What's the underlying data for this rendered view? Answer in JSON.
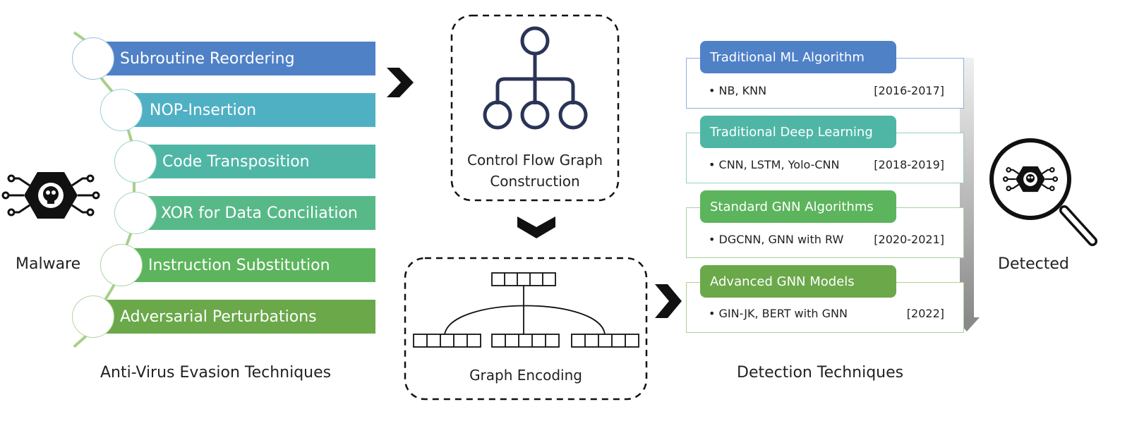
{
  "malware_label": "Malware",
  "detected_label": "Detected",
  "evasion": {
    "title": "Anti-Virus Evasion Techniques",
    "items": [
      {
        "label": "Subroutine Reordering",
        "color": "#4f81c7"
      },
      {
        "label": "NOP-Insertion",
        "color": "#4fb0c4"
      },
      {
        "label": "Code Transposition",
        "color": "#4fb6a6"
      },
      {
        "label": "XOR for Data Conciliation",
        "color": "#58b988"
      },
      {
        "label": "Instruction Substitution",
        "color": "#5cb45c"
      },
      {
        "label": "Adversarial Perturbations",
        "color": "#6aa84a"
      }
    ]
  },
  "middle": {
    "cfg_label_line1": "Control Flow Graph",
    "cfg_label_line2": "Construction",
    "encoding_label": "Graph Encoding"
  },
  "detection": {
    "title": "Detection Techniques",
    "groups": [
      {
        "header": "Traditional ML Algorithm",
        "item": "• NB, KNN",
        "years": "[2016-2017]",
        "color": "#4f81c7"
      },
      {
        "header": "Traditional Deep Learning",
        "item": "• CNN, LSTM, Yolo-CNN",
        "years": "[2018-2019]",
        "color": "#4fb6a6"
      },
      {
        "header": "Standard GNN Algorithms",
        "item": "• DGCNN, GNN with RW",
        "years": "[2020-2021]",
        "color": "#5cb45c"
      },
      {
        "header": "Advanced GNN Models",
        "item": "• GIN-JK, BERT with GNN",
        "years": "[2022]",
        "color": "#6aa84a"
      }
    ]
  }
}
